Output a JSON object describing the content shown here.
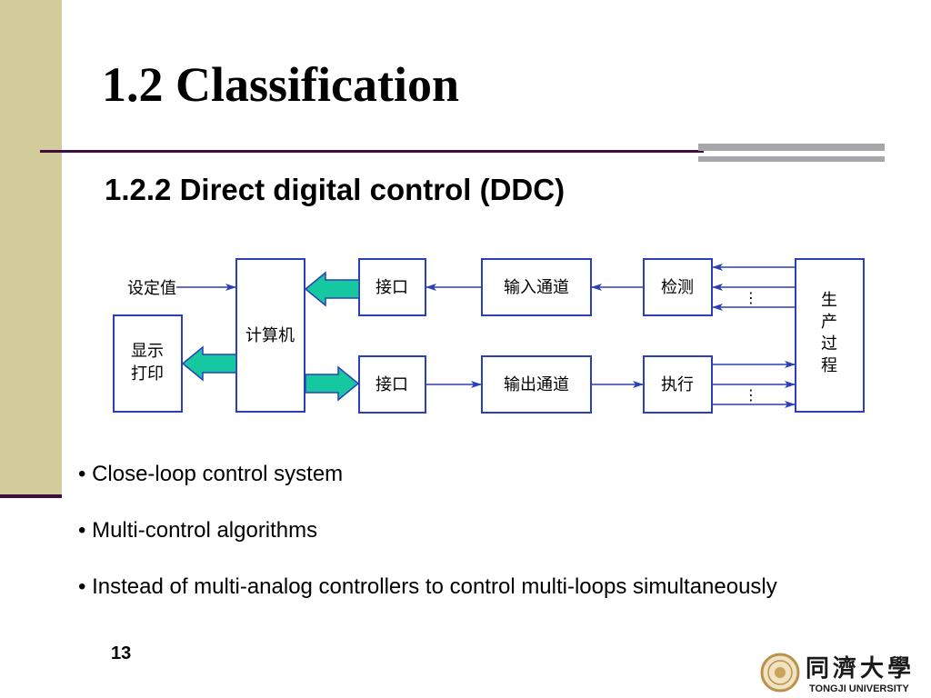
{
  "slide": {
    "title": "1.2 Classification",
    "subtitle": "1.2.2 Direct digital control (DDC)",
    "bullets": [
      "• Close-loop control system",
      "• Multi-control algorithms",
      "• Instead of multi-analog controllers to control multi-loops simultaneously"
    ],
    "page_number": "13"
  },
  "diagram": {
    "setpoint": "设定值",
    "computer": "计算机",
    "display_line1": "显示",
    "display_line2": "打印",
    "interface_top": "接口",
    "interface_bottom": "接口",
    "input_channel": "输入通道",
    "output_channel": "输出通道",
    "detect": "检测",
    "execute": "执行",
    "process_chars": [
      "生",
      "产",
      "过",
      "程"
    ],
    "ellipsis": "⋮"
  },
  "logo": {
    "chinese": "同濟大學",
    "english": "TONGJI UNIVERSITY"
  },
  "colors": {
    "box_border": "#2b3fb8",
    "arrow": "#2b3fb8",
    "fat_arrow_fill": "#16c8a0",
    "side_bar": "#d2cc9a",
    "rule": "#3c0f3c",
    "grey_bar": "#a7a7ab"
  }
}
